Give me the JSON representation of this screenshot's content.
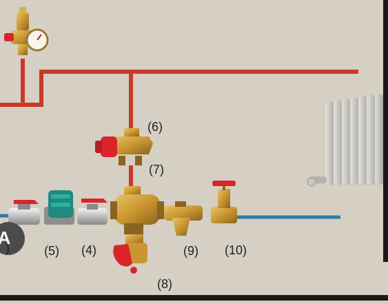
{
  "labels": {
    "l4": "(4)",
    "l5": "(5)",
    "l6": "(6)",
    "l7": "(7)",
    "l8": "(8)",
    "l9": "(9)",
    "l10": "(10)",
    "l_partial": ")"
  },
  "badge_text": "A",
  "colors": {
    "background": "#d6cfc3",
    "supply_pipe": "#c93a26",
    "return_pipe": "#2f7aa8",
    "brass": "#c9962f",
    "valve_handle": "#d9252a",
    "pump": "#1f8a7d",
    "radiator": "#c9c7c1"
  }
}
